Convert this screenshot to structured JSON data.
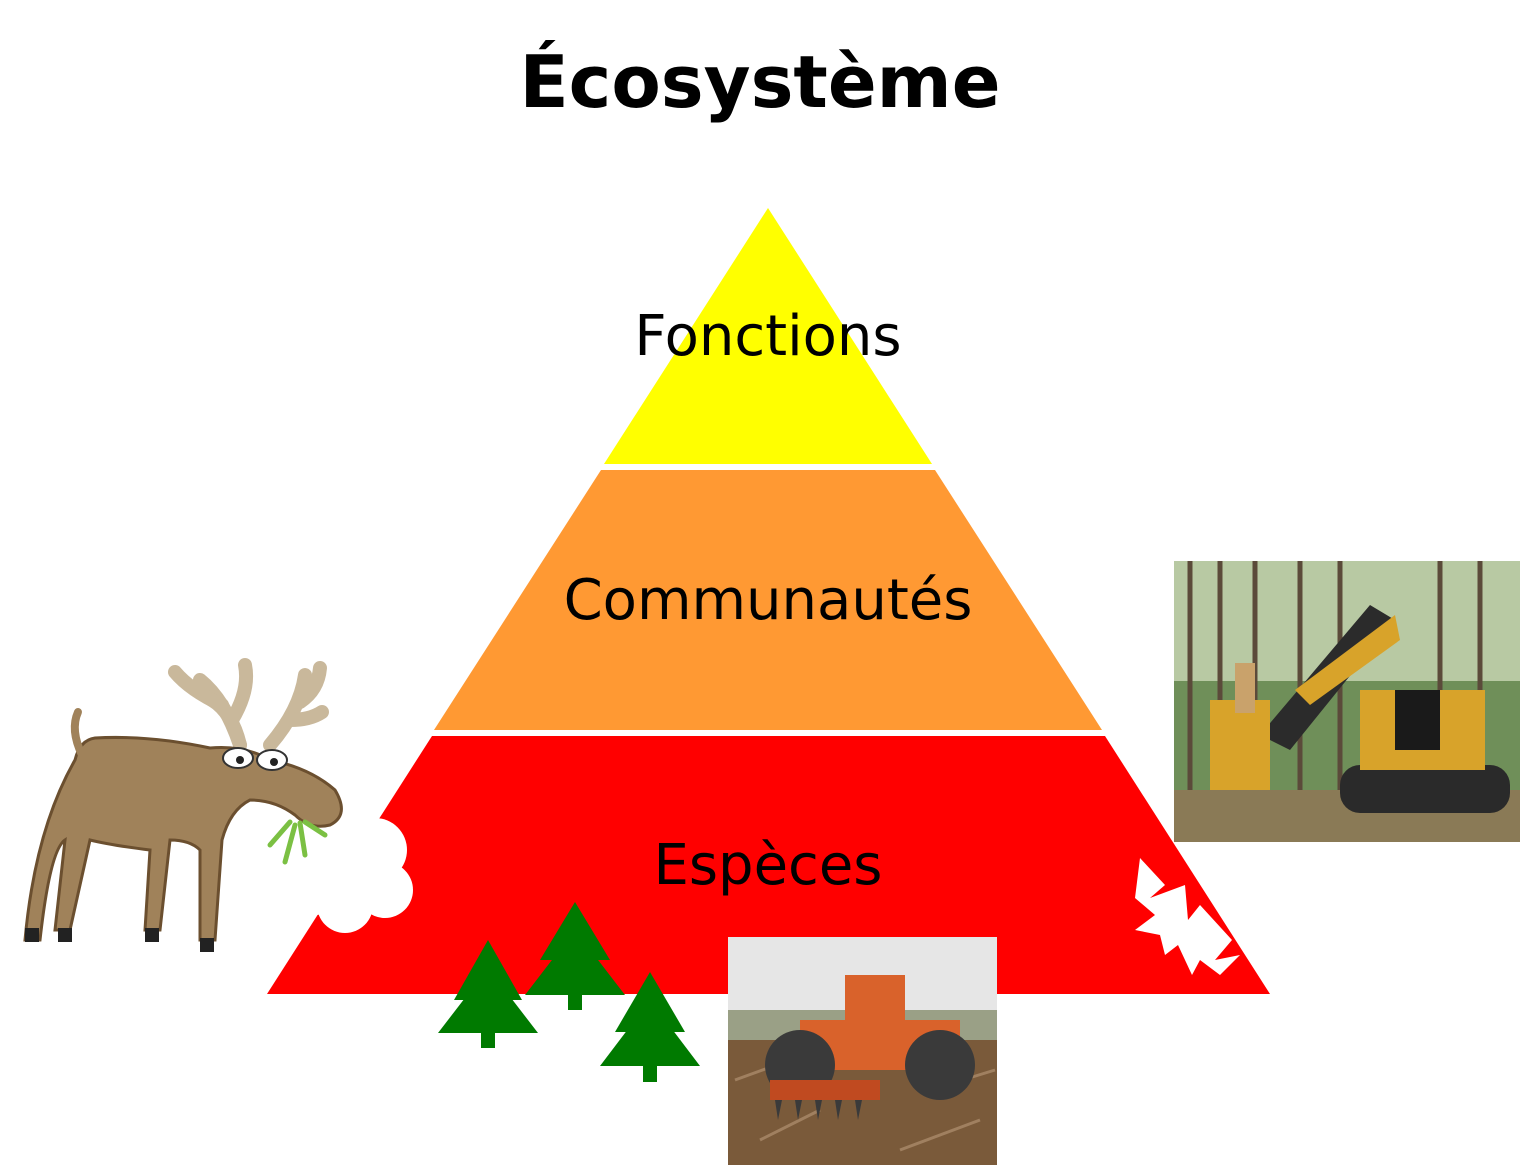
{
  "title": "Écosystème",
  "pyramid": {
    "levels": [
      {
        "label": "Fonctions",
        "color": "#ffff00"
      },
      {
        "label": "Communautés",
        "color": "#ff9933"
      },
      {
        "label": "Espèces",
        "color": "#ff0000"
      }
    ]
  },
  "colors": {
    "tree": "#007a00",
    "moose_body": "#a0825a",
    "antler": "#c8b89a",
    "machine_orange": "#d9622b",
    "machine_yellow": "#d8a32a",
    "background": "#ffffff"
  },
  "illustrations": {
    "left": "moose-eating-icon",
    "right": "forestry-harvester-photo",
    "bottom": "skidder-clearcut-photo",
    "trees": "conifer-tree-icon"
  }
}
